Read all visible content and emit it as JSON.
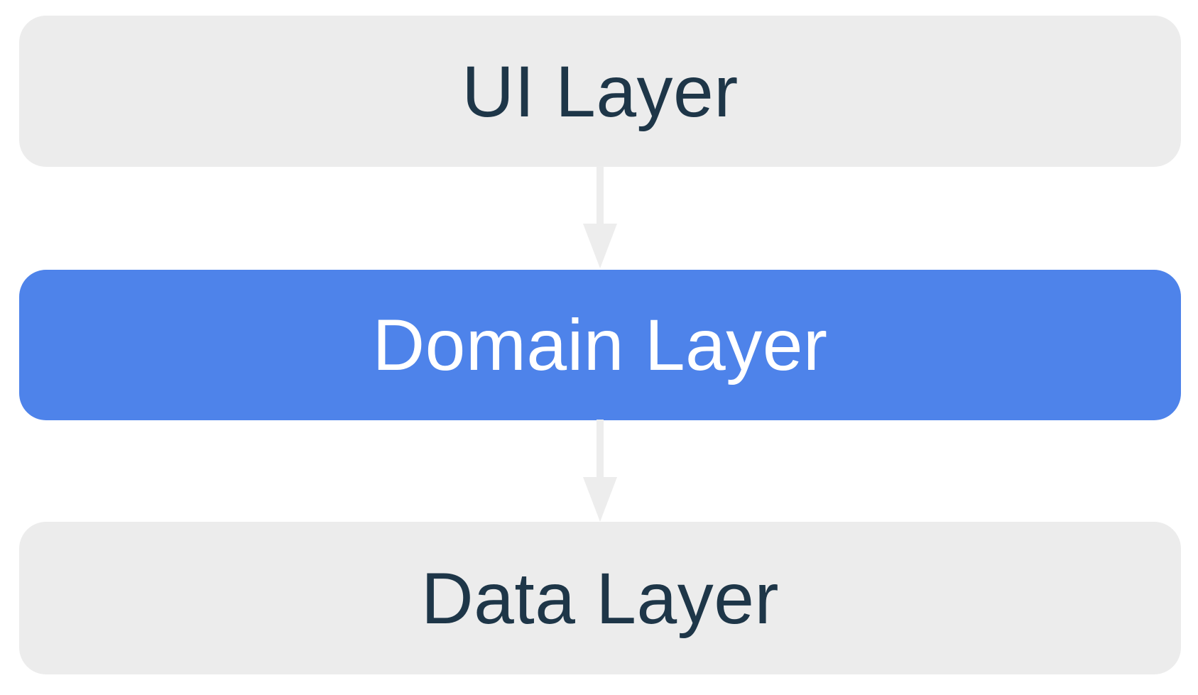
{
  "diagram": {
    "type": "layered-architecture",
    "layers": [
      {
        "label": "UI Layer",
        "state": "default",
        "bg": "#ececec",
        "text_color": "#1e3648"
      },
      {
        "label": "Domain Layer",
        "state": "highlighted",
        "bg": "#4e83ea",
        "text_color": "#ffffff"
      },
      {
        "label": "Data Layer",
        "state": "default",
        "bg": "#ececec",
        "text_color": "#1e3648"
      }
    ],
    "arrows": [
      {
        "from": "UI Layer",
        "to": "Domain Layer",
        "direction": "down",
        "color": "#ededed"
      },
      {
        "from": "Domain Layer",
        "to": "Data Layer",
        "direction": "down",
        "color": "#ededed"
      }
    ],
    "background": "#ffffff"
  }
}
